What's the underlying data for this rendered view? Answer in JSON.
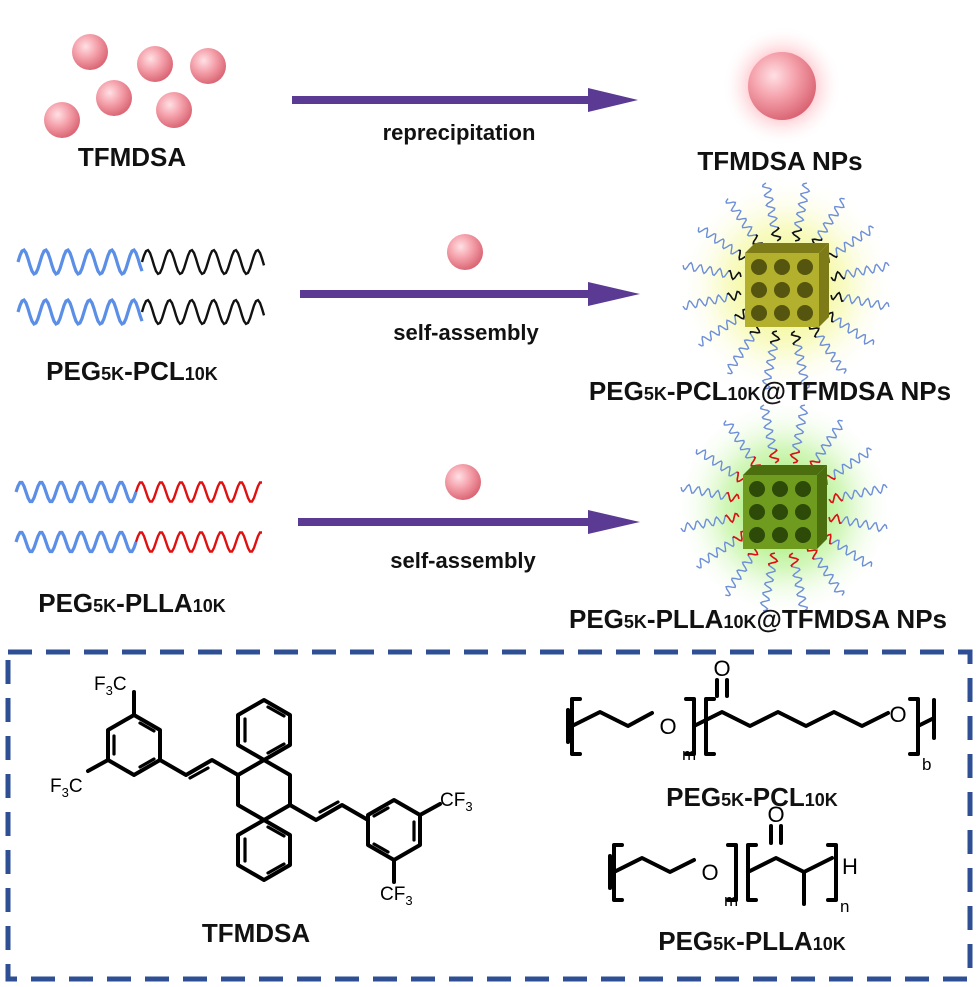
{
  "colors": {
    "arrow": "#5b3a93",
    "particle": "#f07f8e",
    "peg_chain": "#5b8ee6",
    "pcl_chain": "#111111",
    "plla_chain": "#e01010",
    "cube_pcl": "#9c9a1f",
    "cube_plla": "#5e8c12",
    "glow_pcl": "#e9f24a",
    "glow_plla": "#7be62d",
    "frame": "#2e4f94"
  },
  "rows": [
    {
      "left_label": {
        "main": "TFMDSA",
        "sub1": "",
        "mid": "",
        "sub2": ""
      },
      "arrow_label": "reprecipitation",
      "right_label": {
        "p1": "TFMDSA NPs",
        "s1": "",
        "p2": "",
        "s2": "",
        "p3": ""
      }
    },
    {
      "left_label": {
        "main": "PEG",
        "sub1": "5K",
        "mid": "-PCL",
        "sub2": "10K"
      },
      "arrow_label": "self-assembly",
      "right_label": {
        "p1": "PEG",
        "s1": "5K",
        "p2": "-PCL",
        "s2": "10K",
        "p3": "@TFMDSA NPs"
      }
    },
    {
      "left_label": {
        "main": "PEG",
        "sub1": "5K",
        "mid": "-PLLA",
        "sub2": "10K"
      },
      "arrow_label": "self-assembly",
      "right_label": {
        "p1": "PEG",
        "s1": "5K",
        "p2": "-PLLA",
        "s2": "10K",
        "p3": "@TFMDSA NPs"
      }
    }
  ],
  "structures": {
    "tfmdsa": {
      "name": "TFMDSA",
      "f3c_top": {
        "a": "F",
        "b": "3",
        "c": "C"
      },
      "f3c_bottom": {
        "a": "F",
        "b": "3",
        "c": "C"
      },
      "cf3_top": {
        "a": "CF",
        "b": "3"
      },
      "cf3_bottom": {
        "a": "CF",
        "b": "3"
      }
    },
    "pcl": {
      "name": {
        "p1": "PEG",
        "s1": "5K",
        "p2": "-PCL",
        "s2": "10K"
      },
      "atom_o_carbonyl": "O",
      "atom_o1": "O",
      "atom_o2": "O",
      "sub_m": "m",
      "sub_b": "b"
    },
    "plla": {
      "name": {
        "p1": "PEG",
        "s1": "5K",
        "p2": "-PLLA",
        "s2": "10K"
      },
      "atom_o_carbonyl": "O",
      "atom_o1": "O",
      "atom_h": "H",
      "sub_m": "m",
      "sub_n": "n"
    }
  }
}
